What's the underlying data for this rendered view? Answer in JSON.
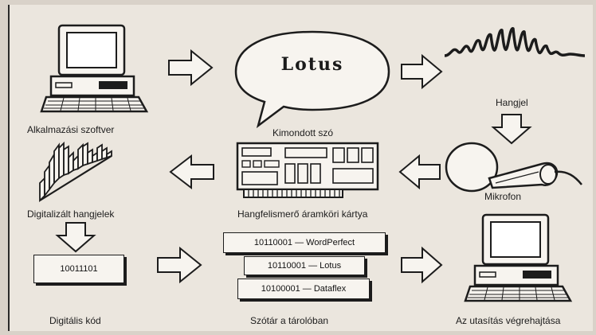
{
  "labels": {
    "software": "Alkalmazási szoftver",
    "spoken_word": "Kimondott szó",
    "sound_signal": "Hangjel",
    "microphone": "Mikrofon",
    "recognition_card": "Hangfelismerő áramköri kártya",
    "digitized_signals": "Digitalizált hangjelek",
    "digital_code": "Digitális kód",
    "dictionary": "Szótár a tárolóban",
    "execution": "Az utasítás végrehajtása"
  },
  "bubble_word": "Lotus",
  "digital_code_value": "10011101",
  "dictionary_entries": [
    {
      "code": "10110001",
      "word": "WordPerfect"
    },
    {
      "code": "10110001",
      "word": "Lotus"
    },
    {
      "code": "10100001",
      "word": "Dataflex"
    }
  ],
  "dash": "—",
  "colors": {
    "ink": "#1c1c1c",
    "paper": "#ebe6de",
    "light": "#f7f4ef"
  }
}
